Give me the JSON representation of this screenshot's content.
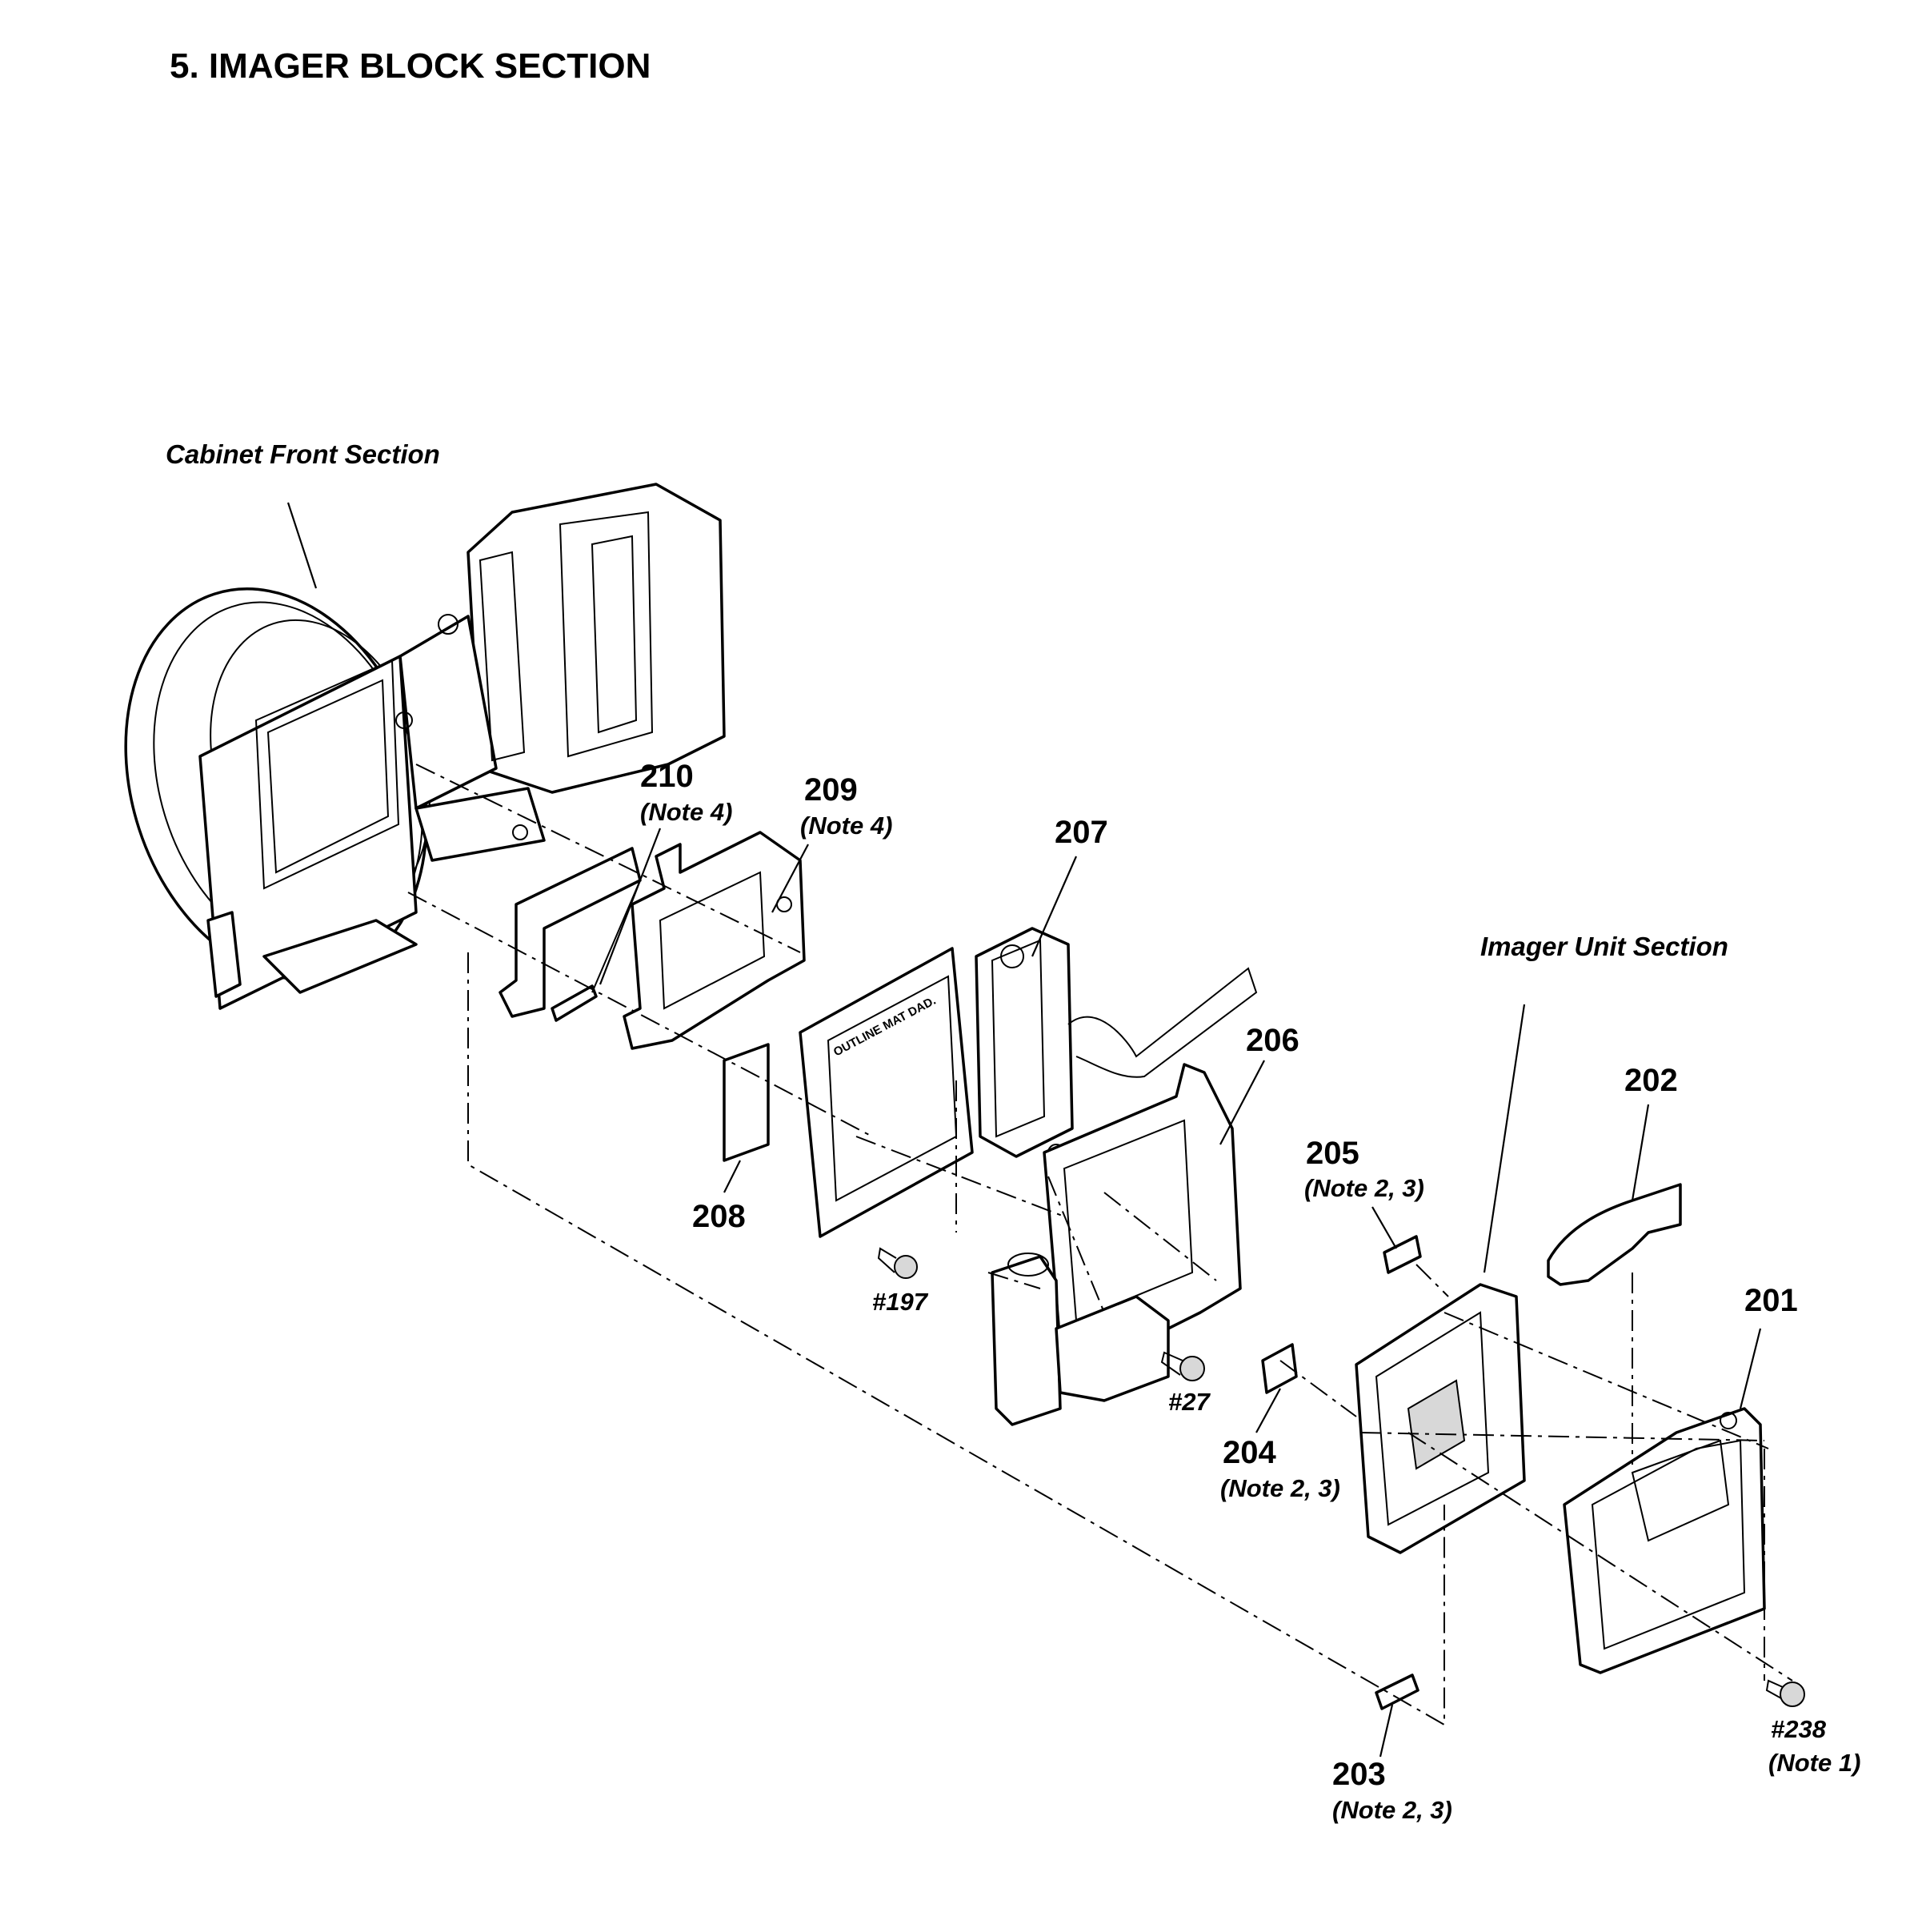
{
  "title": "5. IMAGER BLOCK SECTION",
  "sections": {
    "cabinet_front": "Cabinet Front Section",
    "imager_unit": "Imager Unit Section"
  },
  "parts": {
    "p210": {
      "number": "210",
      "note": "(Note 4)"
    },
    "p209": {
      "number": "209",
      "note": "(Note 4)"
    },
    "p207": {
      "number": "207"
    },
    "p208": {
      "number": "208"
    },
    "p206": {
      "number": "206"
    },
    "p205": {
      "number": "205",
      "note": "(Note 2, 3)"
    },
    "p204": {
      "number": "204",
      "note": "(Note 2, 3)"
    },
    "p203": {
      "number": "203",
      "note": "(Note 2, 3)"
    },
    "p202": {
      "number": "202"
    },
    "p201": {
      "number": "201"
    }
  },
  "screws": {
    "s197": "#197",
    "s27": "#27",
    "s238": "#238",
    "s238_note": "(Note 1)"
  },
  "part_marking": "OUTLINE MAT DAD."
}
